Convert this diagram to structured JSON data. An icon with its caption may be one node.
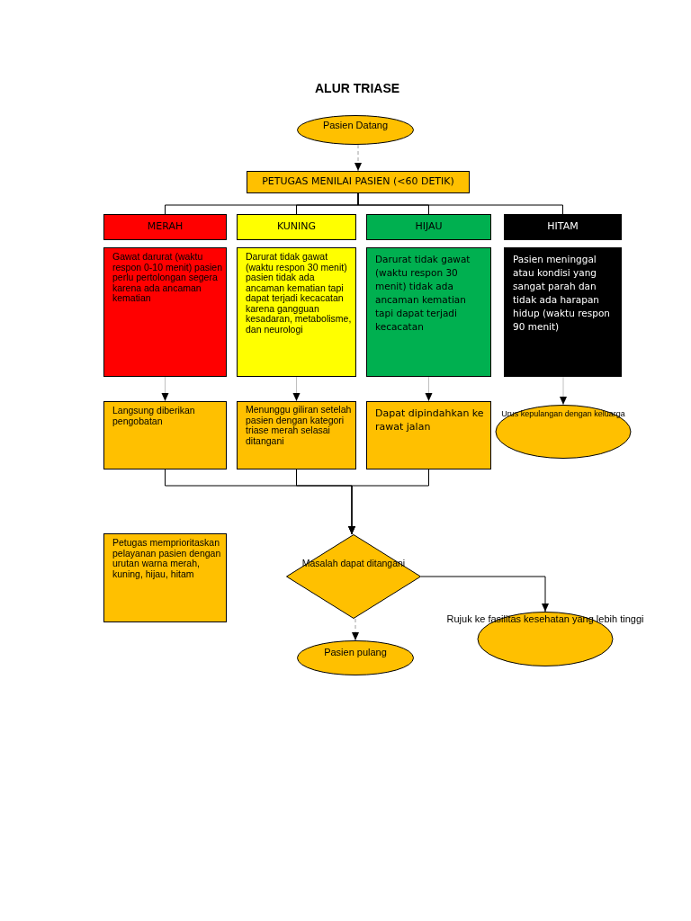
{
  "diagram": {
    "title": "ALUR TRIASE",
    "nodes": [
      {
        "text": [
          "Pasien Datang"
        ]
      },
      {
        "text": [
          "PETUGAS MENILAI PASIEN (<60 DETIK)"
        ]
      },
      {
        "text": [
          "MERAH"
        ]
      },
      {
        "text": [
          "KUNING"
        ]
      },
      {
        "text": [
          "HIJAU"
        ]
      },
      {
        "text": [
          "HITAM"
        ]
      },
      {
        "text": [
          "Gawat darurat (waktu respon 0-10 menit) pasien perlu pertolongan segera karena ada ancaman kematian"
        ]
      },
      {
        "text": [
          "Darurat tidak gawat (waktu respon 30 menit) pasien tidak ada ancaman kematian tapi dapat terjadi kecacatan karena gangguan kesadaran, metabolisme, dan neurologi"
        ]
      },
      {
        "text": [
          "Darurat tidak gawat (waktu respon 30 menit) tidak ada ancaman kematian tapi dapat terjadi kecacatan"
        ]
      },
      {
        "text": [
          "Pasien meninggal atau kondisi yang sangat parah dan tidak ada harapan hidup (waktu respon 90 menit)"
        ]
      },
      {
        "text": [
          "Langsung diberikan pengobatan"
        ]
      },
      {
        "text": [
          "Menunggu giliran setelah pasien dengan kategori triase merah selasai ditangani"
        ]
      },
      {
        "text": [
          "Dapat dipindahkan ke rawat jalan"
        ]
      },
      {
        "text": [
          "Urus kepulangan dengan keluarga"
        ]
      },
      {
        "text": [
          "Petugas memprioritaskan pelayanan pasien dengan urutan warna merah, kuning, hijau, hitam"
        ]
      },
      {
        "text": [
          "Masalah dapat ditangani"
        ]
      },
      {
        "text": [
          "Pasien pulang"
        ]
      },
      {
        "text": [
          "Rujuk ke fasilitas kesehatan yang lebih tinggi"
        ]
      }
    ],
    "edges": [
      {
        "from": 0,
        "to": 1,
        "arrow": "to",
        "style": "dashed",
        "color": "#a0a0a0"
      },
      {
        "from": 1,
        "to": 2,
        "arrow": "none"
      },
      {
        "from": 1,
        "to": 3,
        "arrow": "none"
      },
      {
        "from": 1,
        "to": 4,
        "arrow": "none"
      },
      {
        "from": 1,
        "to": 5,
        "arrow": "none"
      },
      {
        "from": 6,
        "to": 10,
        "arrow": "to",
        "color": "#c0c0c0"
      },
      {
        "from": 7,
        "to": 11,
        "arrow": "to",
        "color": "#c0c0c0"
      },
      {
        "from": 8,
        "to": 12,
        "arrow": "to",
        "color": "#c0c0c0"
      },
      {
        "from": 9,
        "to": 13,
        "arrow": "to",
        "color": "#c0c0c0"
      },
      {
        "from": 10,
        "to": 15,
        "arrow": "to"
      },
      {
        "from": 11,
        "to": 15,
        "arrow": "to"
      },
      {
        "from": 12,
        "to": 15,
        "arrow": "to"
      },
      {
        "from": 15,
        "to": 16,
        "arrow": "to",
        "style": "dashed",
        "color": "#a0a0a0"
      },
      {
        "from": 15,
        "to": 17,
        "arrow": "to"
      }
    ]
  }
}
